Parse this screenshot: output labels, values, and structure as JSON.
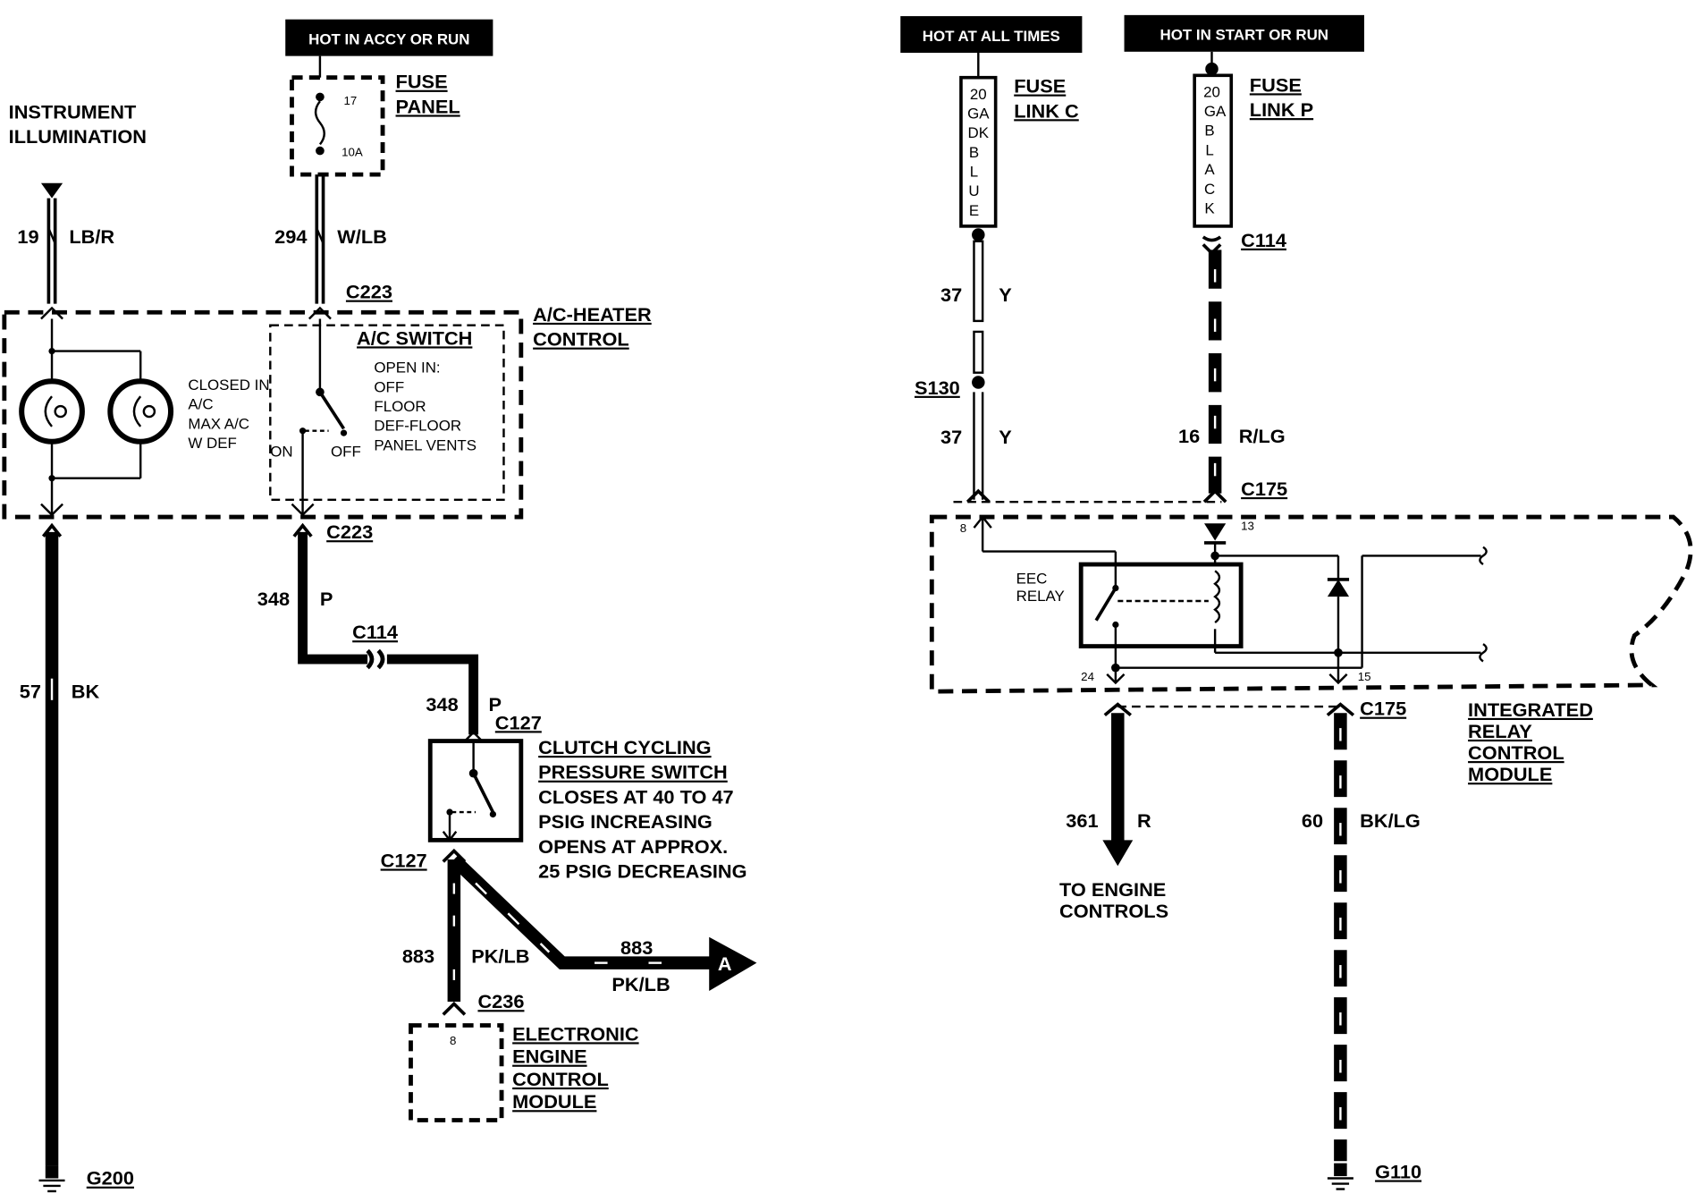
{
  "headers": {
    "hot_accy_run": "HOT IN ACCY OR RUN",
    "hot_all_times": "HOT AT ALL TIMES",
    "hot_start_run": "HOT IN  START OR RUN"
  },
  "left": {
    "instrument_label_1": "INSTRUMENT",
    "instrument_label_2": "ILLUMINATION",
    "fuse_panel_1": "FUSE",
    "fuse_panel_2": "PANEL",
    "fuse_number": "17",
    "fuse_rating": "10A",
    "wire_19_num": "19",
    "wire_19_color": "LB/R",
    "wire_294_num": "294",
    "wire_294_color": "W/LB",
    "conn_c223_top": "C223",
    "ac_heater_1": "A/C-HEATER",
    "ac_heater_2": "CONTROL",
    "ac_switch": "A/C SWITCH",
    "closed_in_1": "CLOSED IN",
    "closed_in_2": "A/C",
    "closed_in_3": "MAX A/C",
    "closed_in_4": "W  DEF",
    "open_in_1": "OPEN IN:",
    "open_in_2": "OFF",
    "open_in_3": "FLOOR",
    "open_in_4": "DEF-FLOOR",
    "open_in_5": "PANEL VENTS",
    "pos_on": "ON",
    "pos_off": "OFF",
    "conn_c223_bottom": "C223",
    "wire_348a_num": "348",
    "wire_348a_color": "P",
    "conn_c114": "C114",
    "wire_348b_num": "348",
    "wire_348b_color": "P",
    "conn_c127_top": "C127",
    "clutch_1": "CLUTCH CYCLING",
    "clutch_2": "PRESSURE SWITCH",
    "clutch_3": "CLOSES AT 40 TO 47",
    "clutch_4": "PSIG INCREASING",
    "clutch_5": "OPENS AT APPROX.",
    "clutch_6": "25 PSIG DECREASING",
    "conn_c127_bottom": "C127",
    "wire_883a_num": "883",
    "wire_883a_color": "PK/LB",
    "wire_883b_num": "883",
    "wire_883b_color": "PK/LB",
    "arrow_a": "A",
    "conn_c236": "C236",
    "eec_pin": "8",
    "eec_1": "ELECTRONIC",
    "eec_2": "ENGINE",
    "eec_3": "CONTROL",
    "eec_4": "MODULE",
    "wire_57_num": "57",
    "wire_57_color": "BK",
    "ground_g200": "G200"
  },
  "right": {
    "fuse_link_c_1": "FUSE",
    "fuse_link_c_2": "LINK C",
    "fuse_link_c_gauge": [
      "20",
      "GA",
      "DK",
      "B",
      "L",
      "U",
      "E"
    ],
    "fuse_link_p_1": "FUSE",
    "fuse_link_p_2": "LINK P",
    "fuse_link_p_gauge": [
      "20",
      "GA",
      "B",
      "L",
      "A",
      "C",
      "K"
    ],
    "conn_c114": "C114",
    "wire_37a_num": "37",
    "wire_37a_color": "Y",
    "splice_s130": "S130",
    "wire_37b_num": "37",
    "wire_37b_color": "Y",
    "wire_16_num": "16",
    "wire_16_color": "R/LG",
    "conn_c175_top": "C175",
    "pin_8": "8",
    "pin_13": "13",
    "eec_relay_1": "EEC",
    "eec_relay_2": "RELAY",
    "pin_24": "24",
    "pin_15": "15",
    "conn_c175_bottom": "C175",
    "module_1": "INTEGRATED",
    "module_2": "RELAY",
    "module_3": "CONTROL",
    "module_4": "MODULE",
    "wire_361_num": "361",
    "wire_361_color": "R",
    "wire_60_num": "60",
    "wire_60_color": "BK/LG",
    "engine_1": "TO ENGINE",
    "engine_2": "CONTROLS",
    "ground_g110": "G110"
  }
}
